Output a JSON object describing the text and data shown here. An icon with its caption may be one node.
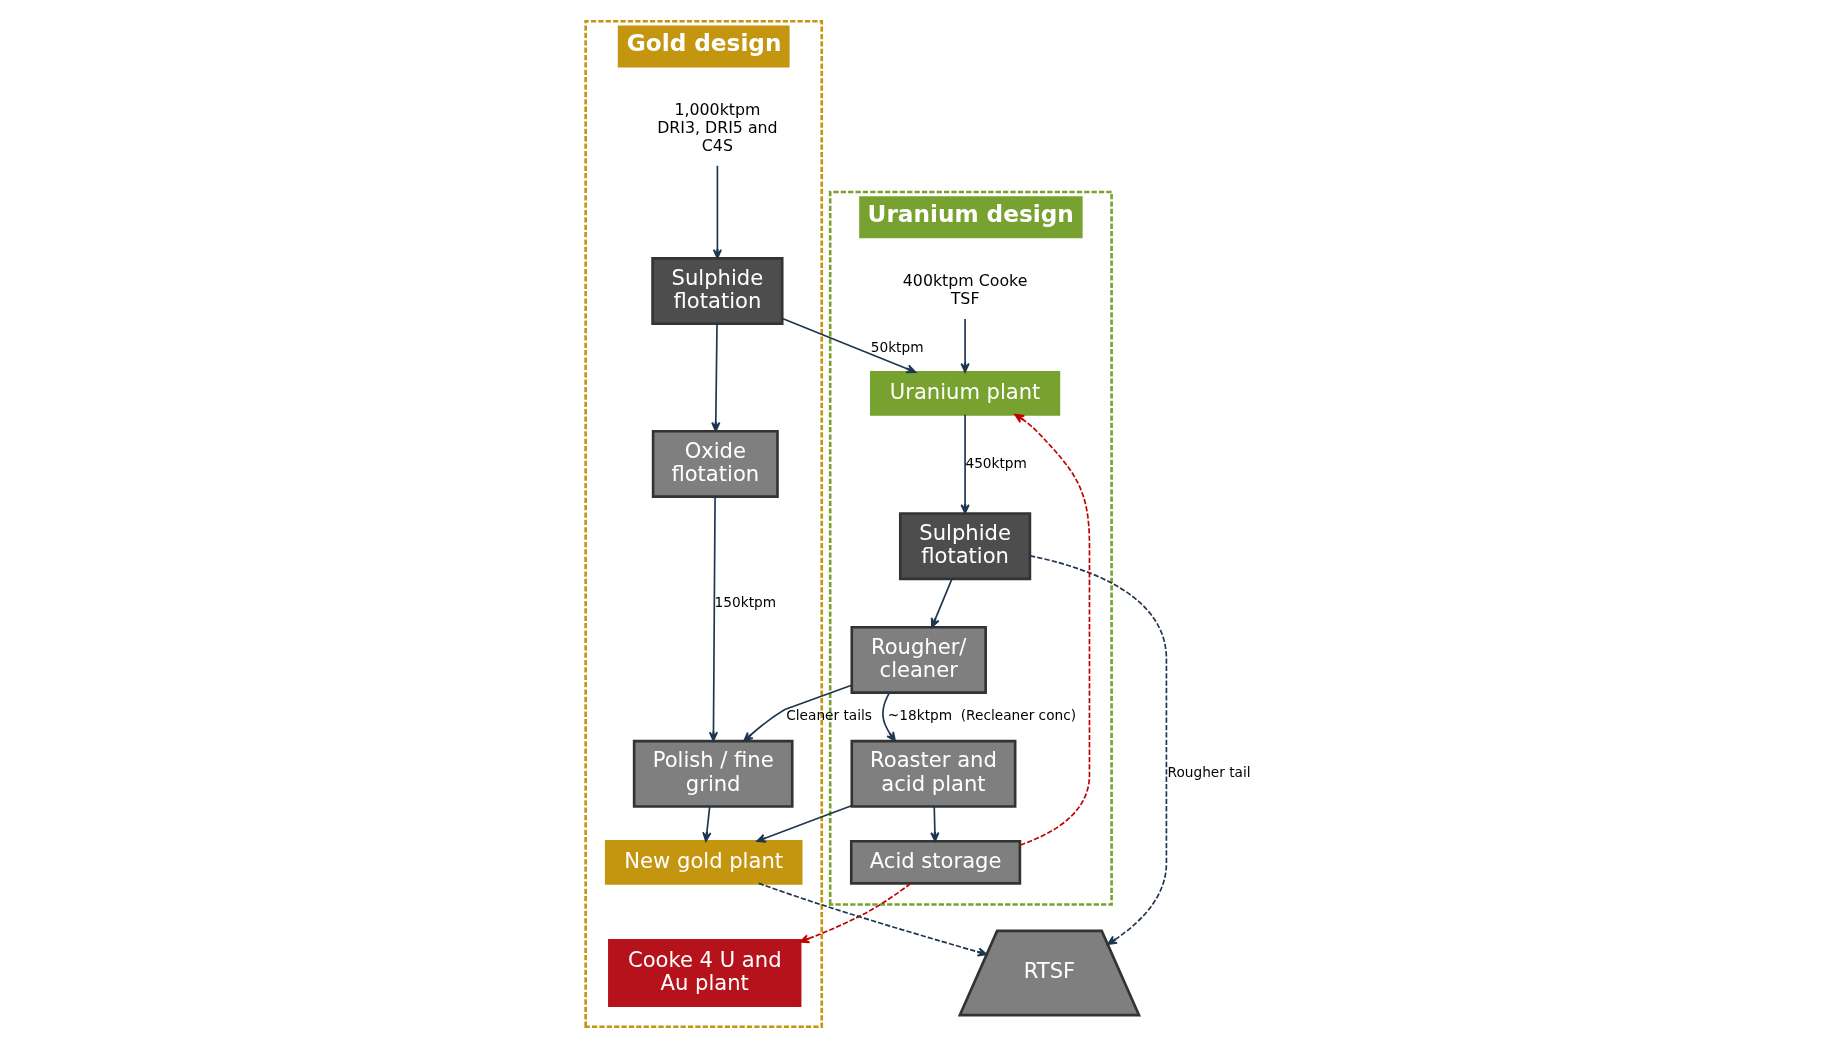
{
  "diagram": {
    "nodes": [
      {
        "text": [
          "Uranium design"
        ]
      },
      {
        "text": [
          "Gold design"
        ]
      },
      {
        "text": [
          "400ktpm Cooke TSF"
        ],
        "in": 0
      },
      {
        "text": [
          "Uranium plant"
        ],
        "in": 0
      },
      {
        "text": [
          "Sulphide flotation"
        ],
        "in": 0
      },
      {
        "text": [
          "Rougher/ cleaner"
        ],
        "in": 0
      },
      {
        "text": [
          "Roaster and acid plant"
        ],
        "in": 0
      },
      {
        "text": [
          "Acid storage"
        ],
        "in": 0
      },
      {
        "text": [
          "RTSF"
        ]
      },
      {
        "text": [
          "1,000ktpm DRI3, DRI5 and C4S"
        ],
        "in": 1
      },
      {
        "text": [
          "Sulphide flotation"
        ],
        "in": 1
      },
      {
        "text": [
          "Oxide flotation"
        ],
        "in": 1
      },
      {
        "text": [
          "Polish / fine grind"
        ],
        "in": 1
      },
      {
        "text": [
          "New gold plant"
        ],
        "in": 1
      },
      {
        "text": [
          "Cooke 4 U and Au plant"
        ],
        "in": 1
      }
    ],
    "edges": [
      {
        "from": 2,
        "to": 3,
        "arrow": "to"
      },
      {
        "from": 10,
        "to": 3,
        "arrow": "to",
        "label": "50ktpm"
      },
      {
        "from": 9,
        "to": 10,
        "arrow": "to"
      },
      {
        "from": 10,
        "to": 11,
        "arrow": "to"
      },
      {
        "from": 11,
        "to": 12,
        "arrow": "to",
        "label": "150ktpm"
      },
      {
        "from": 3,
        "to": 4,
        "arrow": "to",
        "label": "450ktpm"
      },
      {
        "from": 4,
        "to": 5,
        "arrow": "to"
      },
      {
        "from": 4,
        "to": 8,
        "arrow": "to",
        "label": "Rougher tail",
        "style": "dashed"
      },
      {
        "from": 5,
        "to": 12,
        "arrow": "to",
        "label": "Cleaner tails"
      },
      {
        "from": 5,
        "to": 6,
        "arrow": "to",
        "label": "~18ktpm  (Recleaner conc)"
      },
      {
        "from": 6,
        "to": 13,
        "arrow": "to"
      },
      {
        "from": 6,
        "to": 7,
        "arrow": "to"
      },
      {
        "from": 12,
        "to": 13,
        "arrow": "to"
      },
      {
        "from": 13,
        "to": 8,
        "arrow": "to",
        "style": "dashed"
      },
      {
        "from": 7,
        "to": 14,
        "arrow": "to",
        "style": "dashed",
        "color": "#c00000"
      },
      {
        "from": 7,
        "to": 3,
        "arrow": "to",
        "style": "dashed",
        "color": "#c00000"
      }
    ]
  }
}
